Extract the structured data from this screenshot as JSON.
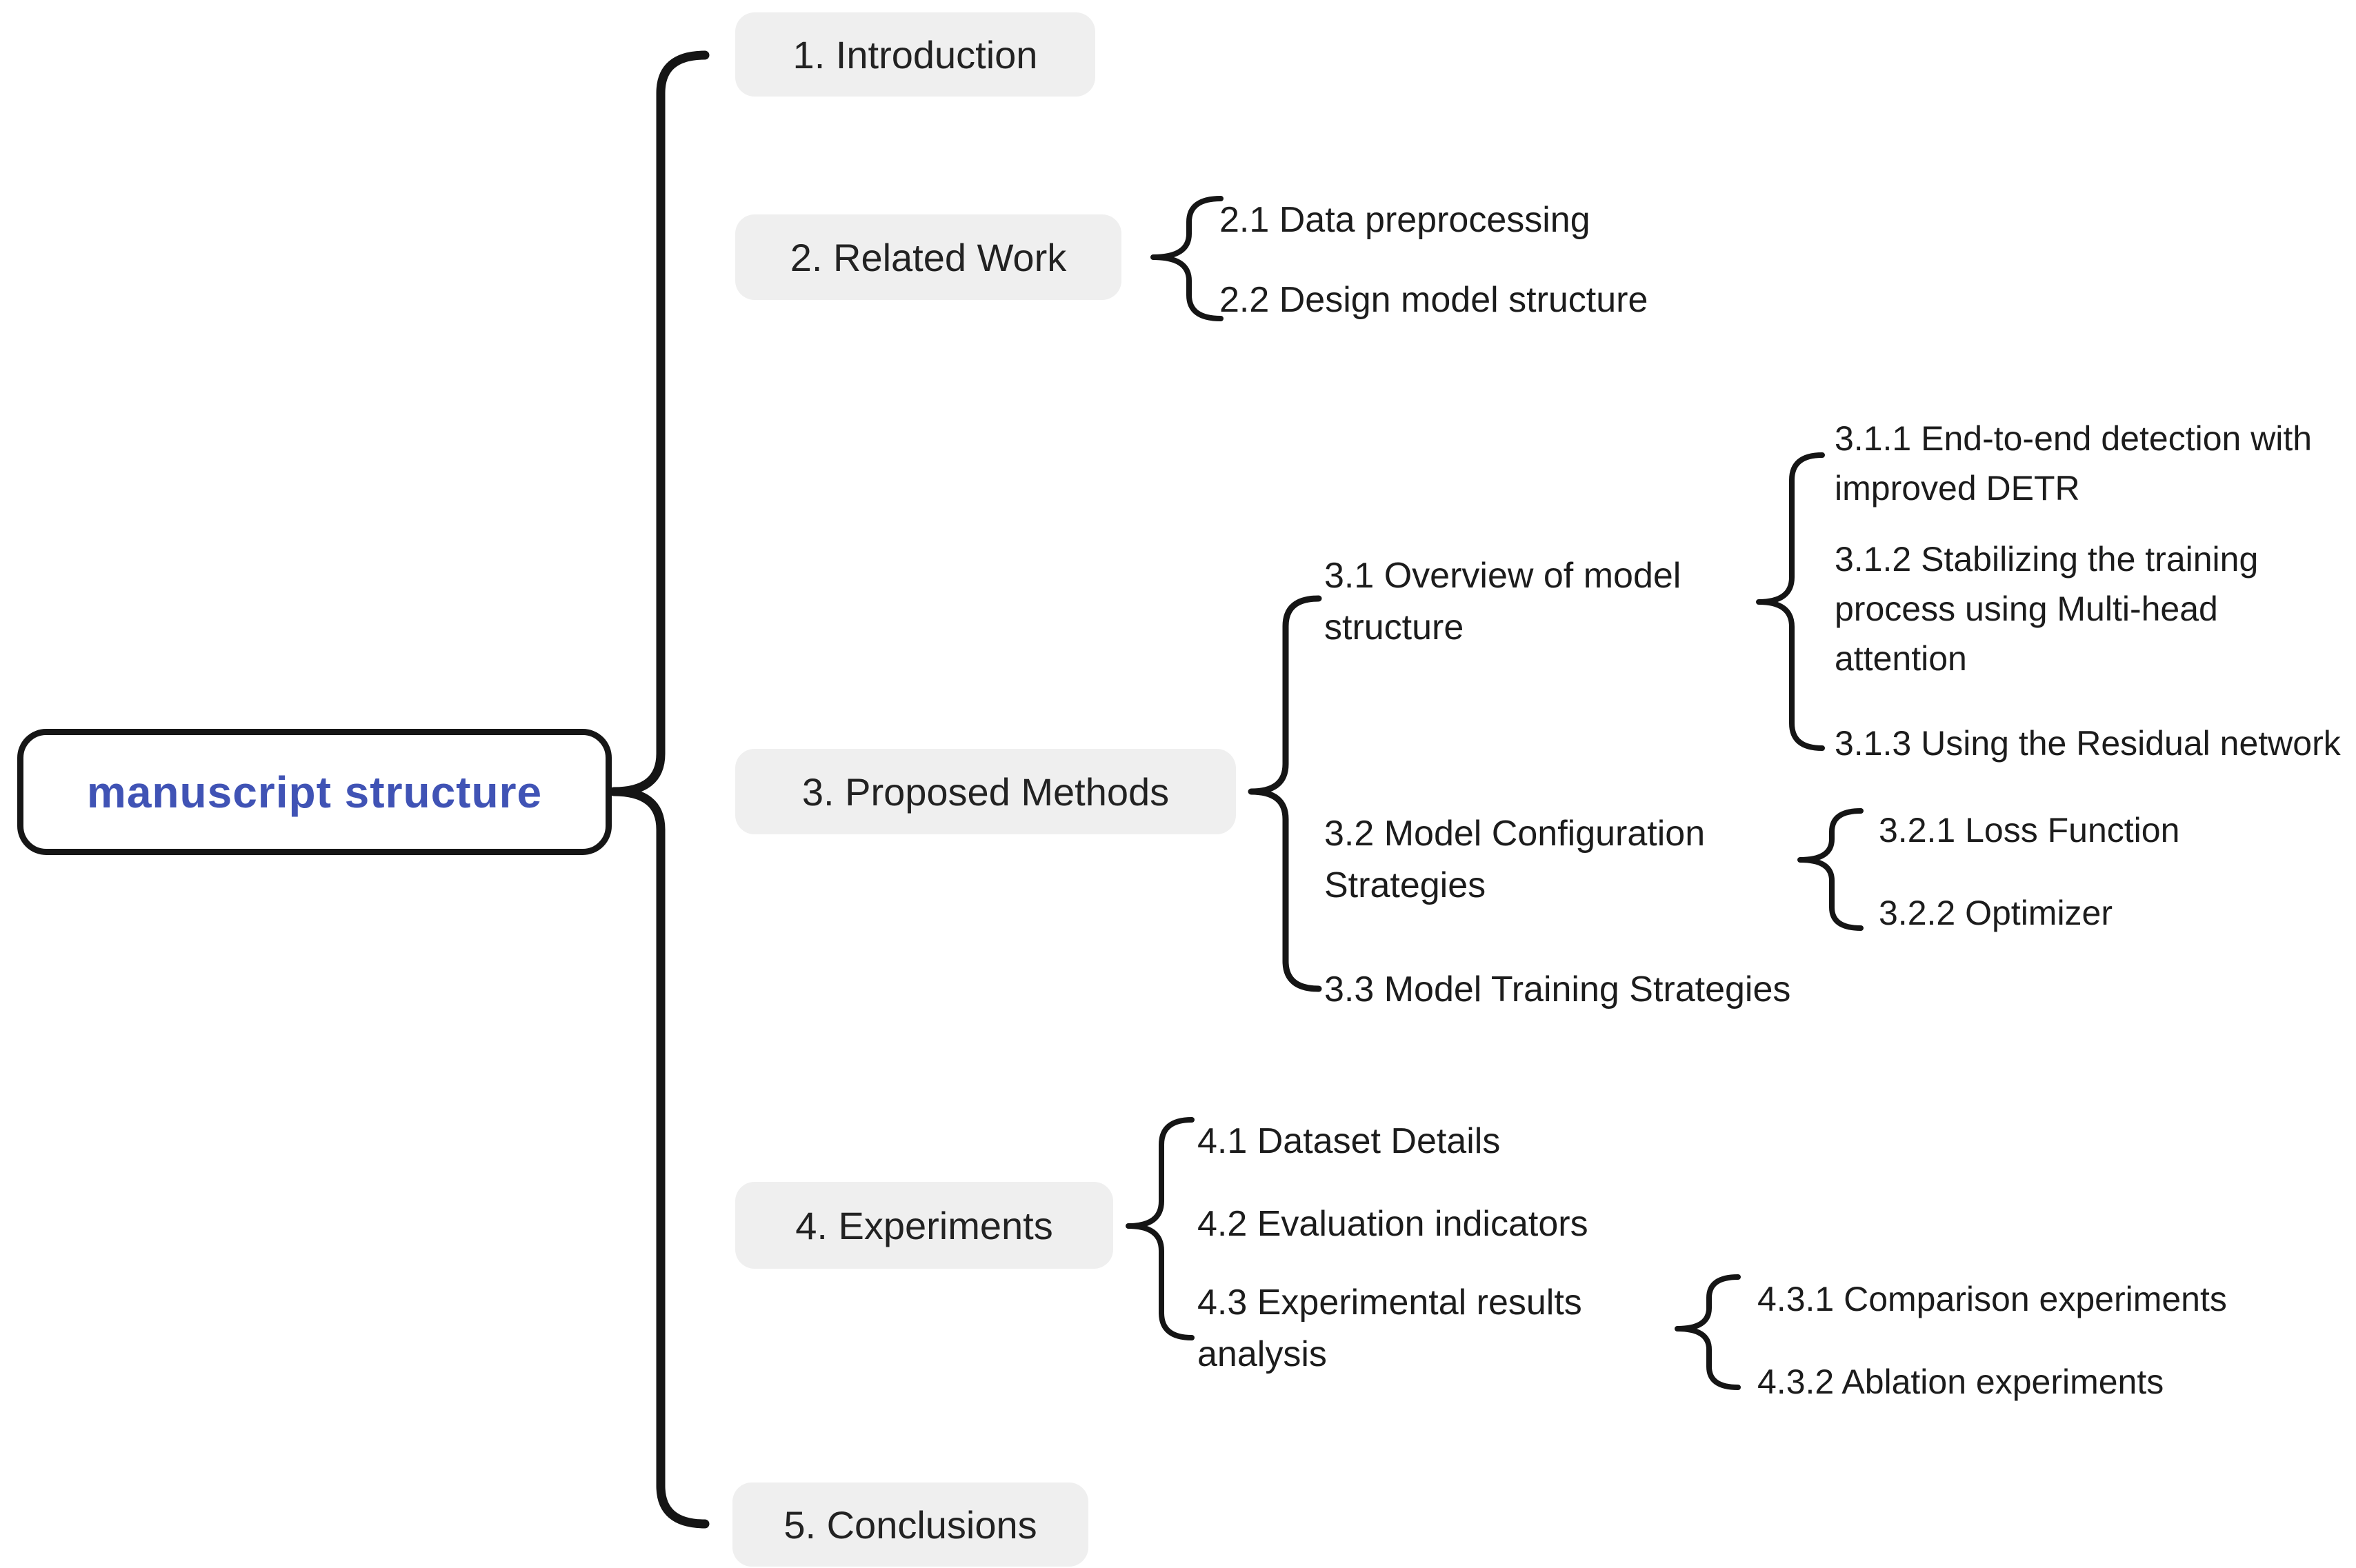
{
  "root": {
    "label": "manuscript structure"
  },
  "sections": [
    {
      "label": "1. Introduction",
      "children": []
    },
    {
      "label": "2. Related Work",
      "children": [
        {
          "label": "2.1 Data preprocessing"
        },
        {
          "label": "2.2 Design model structure"
        }
      ]
    },
    {
      "label": "3. Proposed Methods",
      "children": [
        {
          "label": "3.1 Overview of model structure",
          "children": [
            {
              "label": "3.1.1 End-to-end detection with improved DETR"
            },
            {
              "label": "3.1.2 Stabilizing the training process using Multi-head attention"
            },
            {
              "label": "3.1.3 Using the Residual network"
            }
          ]
        },
        {
          "label": "3.2 Model Configuration Strategies",
          "children": [
            {
              "label": "3.2.1 Loss Function"
            },
            {
              "label": "3.2.2 Optimizer"
            }
          ]
        },
        {
          "label": "3.3 Model Training Strategies",
          "children": []
        }
      ]
    },
    {
      "label": "4. Experiments",
      "children": [
        {
          "label": "4.1 Dataset Details"
        },
        {
          "label": "4.2 Evaluation indicators"
        },
        {
          "label": "4.3 Experimental results analysis",
          "children": [
            {
              "label": "4.3.1 Comparison experiments"
            },
            {
              "label": "4.3.2 Ablation experiments"
            }
          ]
        }
      ]
    },
    {
      "label": "5. Conclusions",
      "children": []
    }
  ],
  "colors": {
    "accent_text": "#4053b5",
    "node_bg": "#efefef",
    "line": "#151515"
  }
}
